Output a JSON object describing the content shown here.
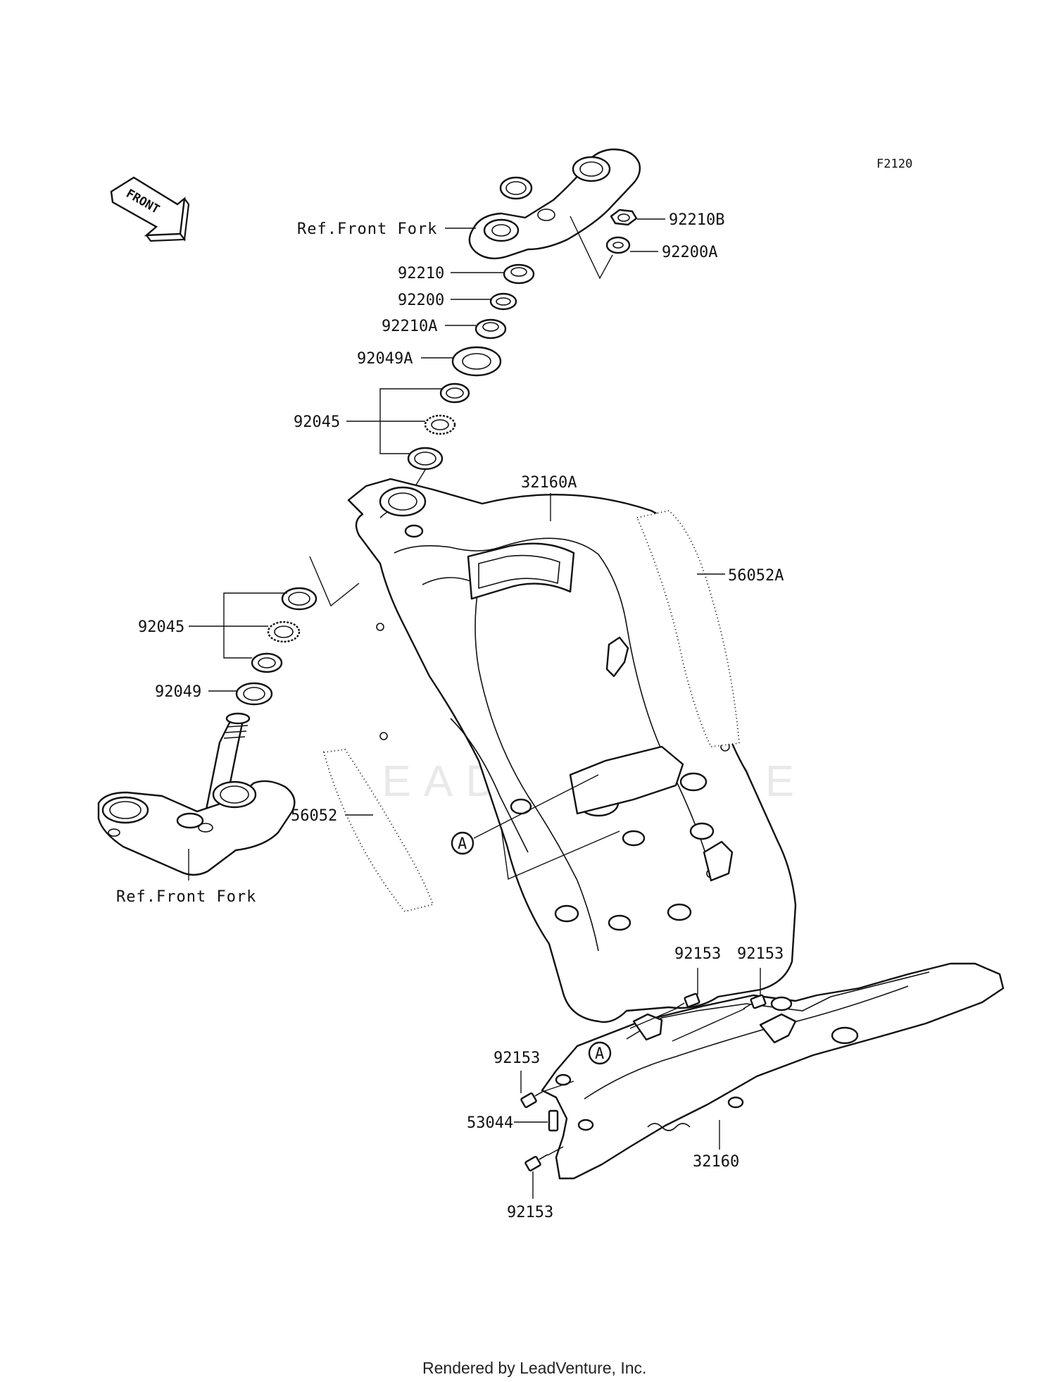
{
  "diagram": {
    "code": "F2120",
    "front_label": "FRONT",
    "callout_marker": "A",
    "footer": "Rendered by LeadVenture, Inc.",
    "watermark": "LEADVENTURE",
    "labels": {
      "ref_front_fork_top": "Ref.Front Fork",
      "ref_front_fork_bottom": "Ref.Front Fork",
      "p92210B": "92210B",
      "p92200A": "92200A",
      "p92210": "92210",
      "p92200": "92200",
      "p92210A": "92210A",
      "p92049A": "92049A",
      "p92045_upper": "92045",
      "p32160A": "32160A",
      "p56052A": "56052A",
      "p92045_lower": "92045",
      "p92049": "92049",
      "p56052": "56052",
      "p92153_top_left": "92153",
      "p92153_top_right": "92153",
      "p92153_left": "92153",
      "p53044": "53044",
      "p32160": "32160",
      "p92153_bottom": "92153"
    }
  }
}
